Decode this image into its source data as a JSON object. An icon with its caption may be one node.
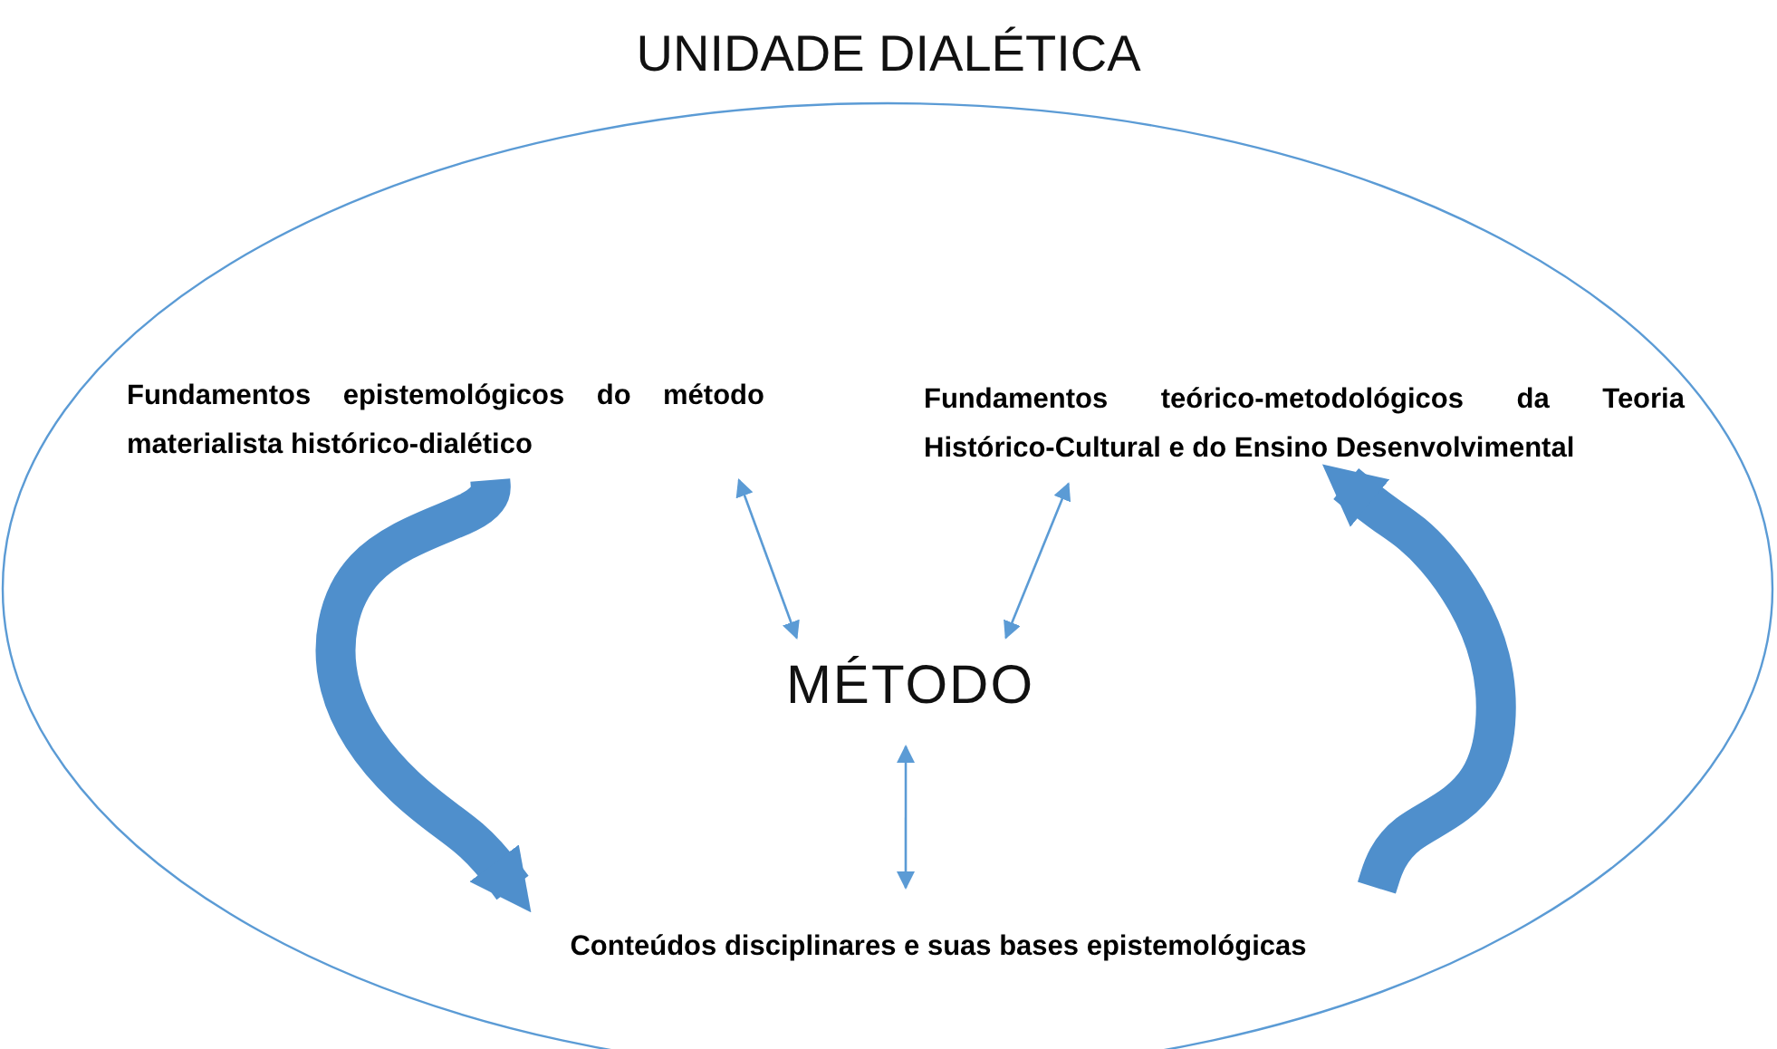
{
  "diagram": {
    "title": "UNIDADE DIALÉTICA",
    "nodes": [
      {
        "text": [],
        "shape": "ellipse"
      },
      {
        "text": [
          "Fundamentos epistemológicos do método materialista histórico-dialético"
        ],
        "in": 0
      },
      {
        "text": [
          "Fundamentos teórico-metodológicos da Teoria Histórico-Cultural e do Ensino Desenvolvimental"
        ],
        "in": 0
      },
      {
        "text": [
          "MÉTODO"
        ],
        "in": 0
      },
      {
        "text": [
          "Conteúdos disciplinares e suas bases epistemológicas"
        ],
        "in": 0
      }
    ],
    "edges": [
      {
        "from": 1,
        "to": 3,
        "arrow": "both"
      },
      {
        "from": 2,
        "to": 3,
        "arrow": "both"
      },
      {
        "from": 3,
        "to": 4,
        "arrow": "both"
      },
      {
        "from": 1,
        "to": 4,
        "arrow": "to",
        "style": "thick"
      },
      {
        "from": 4,
        "to": 2,
        "arrow": "to",
        "style": "thick"
      }
    ]
  }
}
